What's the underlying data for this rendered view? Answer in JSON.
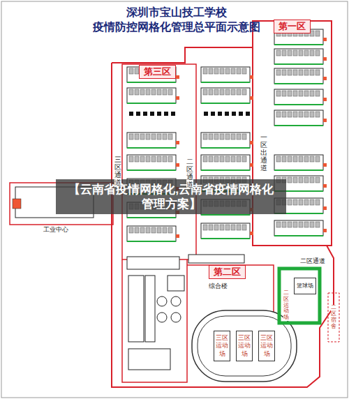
{
  "diagram": {
    "title": "深圳市宝山技工学校 疫情防控网格化管理总平面示意图",
    "nodes": [
      {
        "text": [
          "第一区"
        ]
      },
      {
        "text": [
          "第三区"
        ]
      },
      {
        "text": [
          "【云南省疫情网格化,云南省疫情网格化管理方案】"
        ]
      },
      {
        "text": [
          "第二区"
        ]
      },
      {
        "text": [
          "篮球场"
        ]
      },
      {
        "text": [
          "三区运动场"
        ]
      },
      {
        "text": [
          "三区运动场"
        ]
      },
      {
        "text": [
          "三区运动场"
        ]
      }
    ],
    "labels": [
      "三区通道",
      "二区通道",
      "一区出通道",
      "工业中心",
      "二区通道",
      "综合楼",
      "二区运动场",
      "二区宿舍"
    ]
  }
}
